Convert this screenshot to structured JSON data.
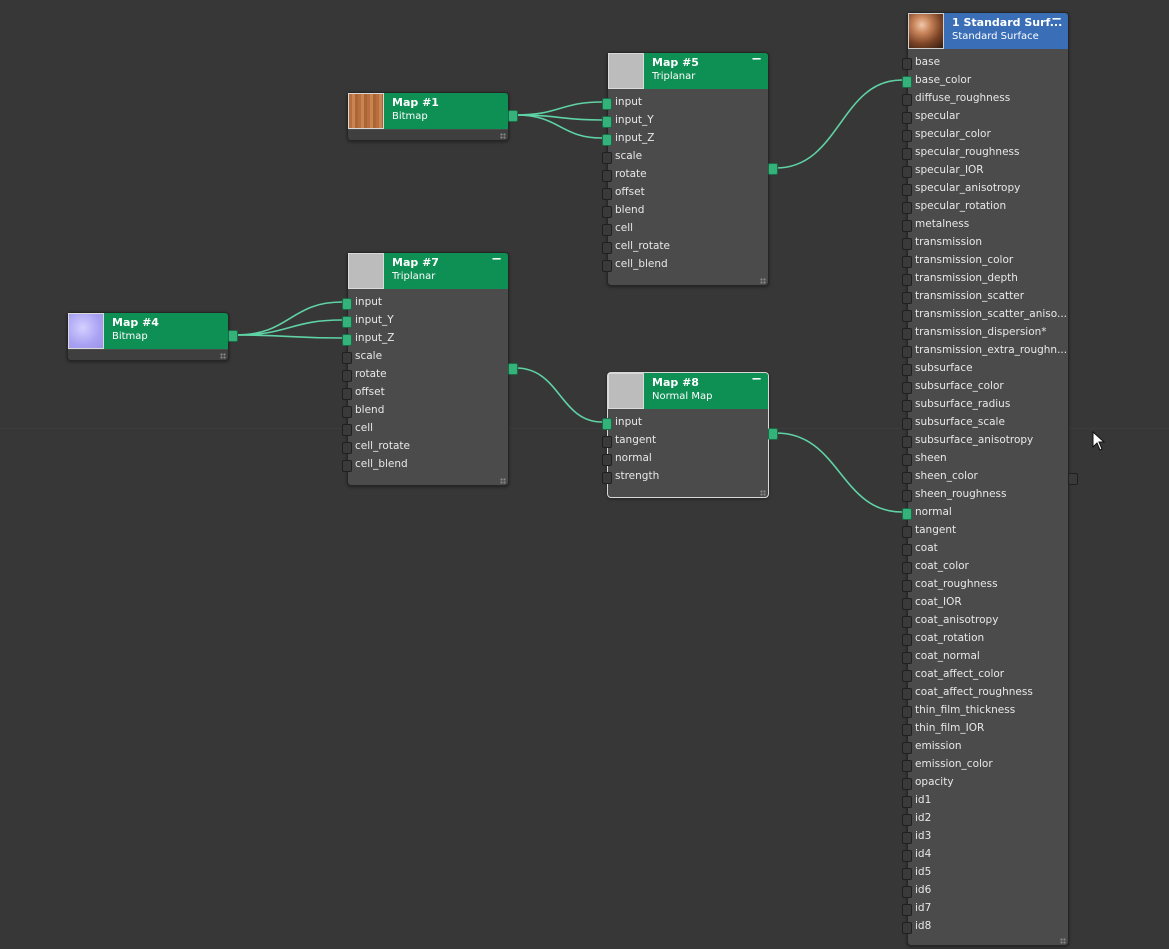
{
  "nodes": {
    "map1": {
      "title": "Map #1",
      "type": "Bitmap"
    },
    "map4": {
      "title": "Map #4",
      "type": "Bitmap"
    },
    "map5": {
      "title": "Map #5",
      "type": "Triplanar",
      "minimize": "−",
      "ports": [
        "input",
        "input_Y",
        "input_Z",
        "scale",
        "rotate",
        "offset",
        "blend",
        "cell",
        "cell_rotate",
        "cell_blend"
      ],
      "connected": [
        0,
        1,
        2
      ]
    },
    "map7": {
      "title": "Map #7",
      "type": "Triplanar",
      "minimize": "−",
      "ports": [
        "input",
        "input_Y",
        "input_Z",
        "scale",
        "rotate",
        "offset",
        "blend",
        "cell",
        "cell_rotate",
        "cell_blend"
      ],
      "connected": [
        0,
        1,
        2
      ]
    },
    "map8": {
      "title": "Map #8",
      "type": "Normal Map",
      "minimize": "−",
      "ports": [
        "input",
        "tangent",
        "normal",
        "strength"
      ],
      "connected": [
        0
      ]
    },
    "surface": {
      "title": "1 Standard Surf...",
      "type": "Standard Surface",
      "minimize": "−",
      "ports": [
        "base",
        "base_color",
        "diffuse_roughness",
        "specular",
        "specular_color",
        "specular_roughness",
        "specular_IOR",
        "specular_anisotropy",
        "specular_rotation",
        "metalness",
        "transmission",
        "transmission_color",
        "transmission_depth",
        "transmission_scatter",
        "transmission_scatter_aniso...",
        "transmission_dispersion*",
        "transmission_extra_roughn...",
        "subsurface",
        "subsurface_color",
        "subsurface_radius",
        "subsurface_scale",
        "subsurface_anisotropy",
        "sheen",
        "sheen_color",
        "sheen_roughness",
        "normal",
        "tangent",
        "coat",
        "coat_color",
        "coat_roughness",
        "coat_IOR",
        "coat_anisotropy",
        "coat_rotation",
        "coat_normal",
        "coat_affect_color",
        "coat_affect_roughness",
        "thin_film_thickness",
        "thin_film_IOR",
        "emission",
        "emission_color",
        "opacity",
        "id1",
        "id2",
        "id3",
        "id4",
        "id5",
        "id6",
        "id7",
        "id8"
      ],
      "connected": [
        1,
        25
      ]
    }
  },
  "colors": {
    "background": "#373737",
    "node_header": "#0e8f54",
    "material_header": "#3a6fb8",
    "wire": "#5fd3a6",
    "socket_on": "#34b27a"
  },
  "icons": {
    "minimize": "minimize-icon",
    "resize": "resize-grip-icon",
    "cursor": "mouse-cursor-icon"
  }
}
